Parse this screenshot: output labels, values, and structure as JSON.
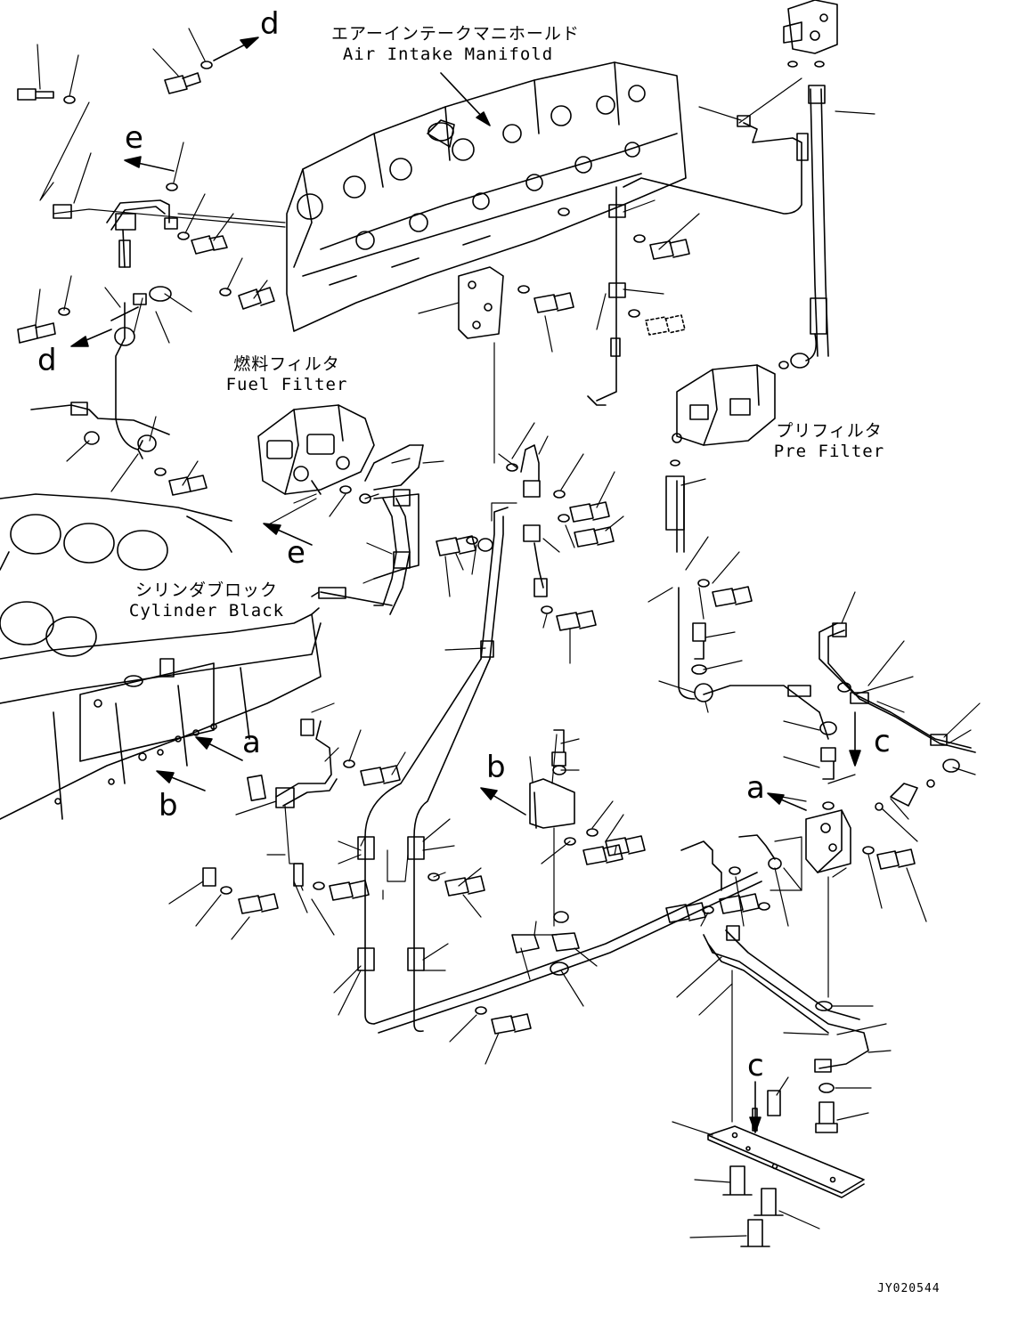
{
  "labels": {
    "air_intake_manifold": {
      "jp": "エアーインテークマニホールド",
      "en": "Air Intake Manifold"
    },
    "fuel_filter": {
      "jp": "燃料フィルタ",
      "en": "Fuel Filter"
    },
    "pre_filter": {
      "jp": "プリフィルタ",
      "en": "Pre Filter"
    },
    "cylinder_block": {
      "jp": "シリンダブロック",
      "en": "Cylinder Black"
    }
  },
  "callouts": {
    "d_top": "d",
    "e_top": "e",
    "d_left": "d",
    "e_mid": "e",
    "a_left": "a",
    "b_left": "b",
    "b_mid": "b",
    "a_right": "a",
    "c_right": "c",
    "c_bottom": "c"
  },
  "drawing_code": "JY020544",
  "colors": {
    "ink": "#000000",
    "paper": "#ffffff"
  }
}
